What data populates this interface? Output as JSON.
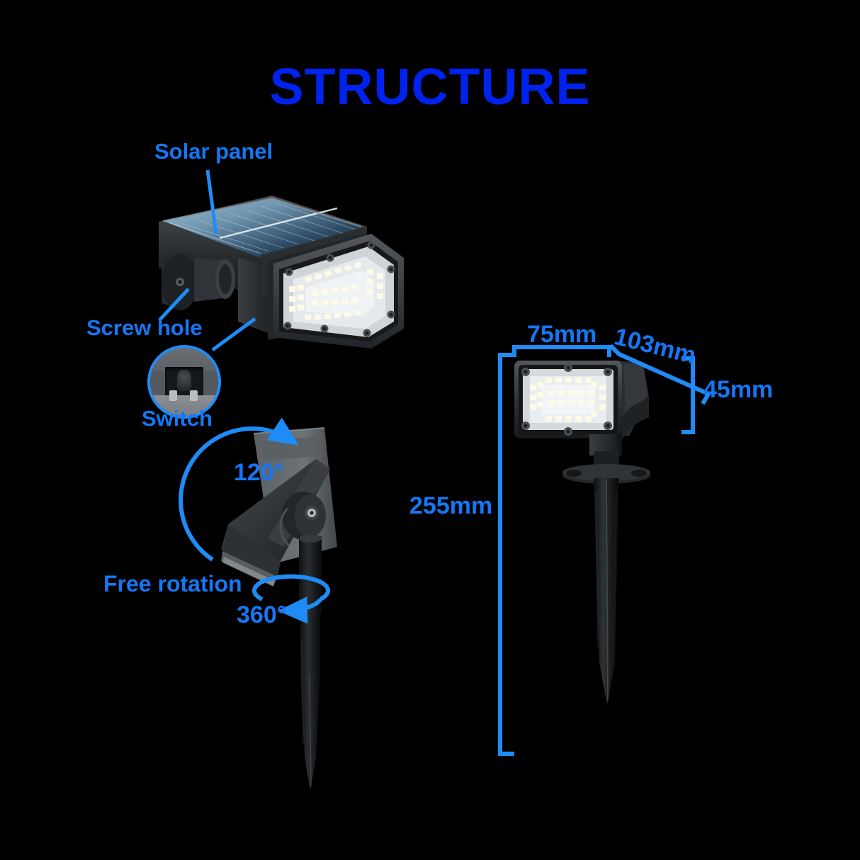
{
  "page": {
    "title": "STRUCTURE",
    "background_color": "#000000",
    "title_color": "#0022ee",
    "label_color": "#1577f5",
    "accent_color": "#1f8cf5"
  },
  "callouts": {
    "solar_panel": "Solar panel",
    "screw_hole": "Screw hole",
    "switch": "Switch",
    "free_rotation": "Free rotation",
    "tilt_angle": "120°",
    "spin_angle": "360°"
  },
  "dimensions": {
    "width": "75mm",
    "depth": "103mm",
    "height": "45mm",
    "total_length": "255mm"
  },
  "products": {
    "panel_lamp": "solar-panel-wall-lamp",
    "rotating_lamp": "adjustable-spike-lamp",
    "spike_lamp": "garden-spike-lamp"
  }
}
